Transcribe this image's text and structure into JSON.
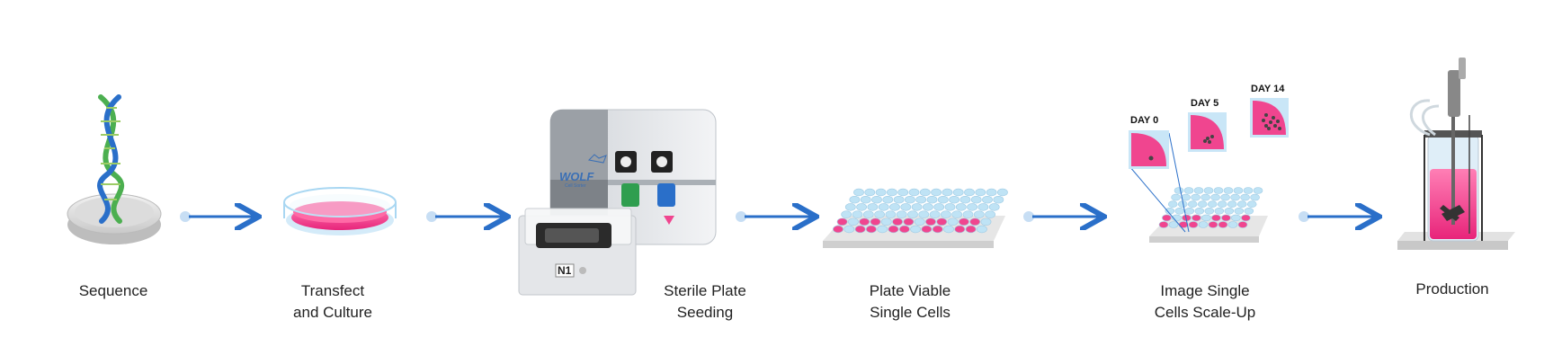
{
  "steps": [
    {
      "line1": "Sequence",
      "line2": ""
    },
    {
      "line1": "Transfect",
      "line2": "and Culture"
    },
    {
      "line1": "Sterile Plate",
      "line2": "Seeding"
    },
    {
      "line1": "Plate Viable",
      "line2": "Single Cells"
    },
    {
      "line1": "Image Single",
      "line2": "Cells Scale-Up"
    },
    {
      "line1": "Production",
      "line2": ""
    }
  ],
  "day_labels": [
    "DAY 0",
    "DAY 5",
    "DAY 14"
  ],
  "instrument": {
    "brand": "WOLF",
    "brand_sub": "Cell Sorter",
    "module": "N1"
  },
  "colors": {
    "arrow": "#2a6fc9",
    "pink": "#f0458f",
    "well_blue": "#bfe3f5",
    "dna_green": "#4caf50",
    "dna_blue": "#2a6fc9"
  }
}
